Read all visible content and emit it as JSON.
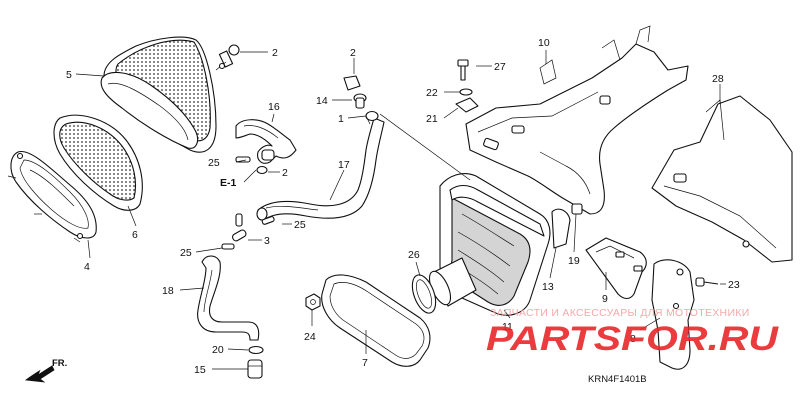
{
  "parts": [
    {
      "id": "p1",
      "label": "1"
    },
    {
      "id": "p2a",
      "label": "2"
    },
    {
      "id": "p2b",
      "label": "2"
    },
    {
      "id": "p2c",
      "label": "2"
    },
    {
      "id": "p3",
      "label": "3"
    },
    {
      "id": "p4",
      "label": "4"
    },
    {
      "id": "p5",
      "label": "5"
    },
    {
      "id": "p6",
      "label": "6"
    },
    {
      "id": "p7",
      "label": "7"
    },
    {
      "id": "p8",
      "label": "8"
    },
    {
      "id": "p9",
      "label": "9"
    },
    {
      "id": "p10",
      "label": "10"
    },
    {
      "id": "p11",
      "label": "11"
    },
    {
      "id": "p13",
      "label": "13"
    },
    {
      "id": "p14",
      "label": "14"
    },
    {
      "id": "p15",
      "label": "15"
    },
    {
      "id": "p16",
      "label": "16"
    },
    {
      "id": "p17",
      "label": "17"
    },
    {
      "id": "p18",
      "label": "18"
    },
    {
      "id": "p19",
      "label": "19"
    },
    {
      "id": "p20",
      "label": "20"
    },
    {
      "id": "p21",
      "label": "21"
    },
    {
      "id": "p22",
      "label": "22"
    },
    {
      "id": "p23",
      "label": "23"
    },
    {
      "id": "p24",
      "label": "24"
    },
    {
      "id": "p25a",
      "label": "25"
    },
    {
      "id": "p25b",
      "label": "25"
    },
    {
      "id": "p25c",
      "label": "25"
    },
    {
      "id": "p26",
      "label": "26"
    },
    {
      "id": "p27",
      "label": "27"
    },
    {
      "id": "p28",
      "label": "28"
    }
  ],
  "ref_e1": "E-1",
  "front_label": "FR.",
  "diagram_code": "KRN4F1401B",
  "watermark": {
    "caption": "ЗАПЧАСТИ И АКСЕССУАРЫ ДЛЯ МОТОТЕХНИКИ",
    "logo": "PARTSFOR.RU",
    "color": "#e8272b"
  }
}
